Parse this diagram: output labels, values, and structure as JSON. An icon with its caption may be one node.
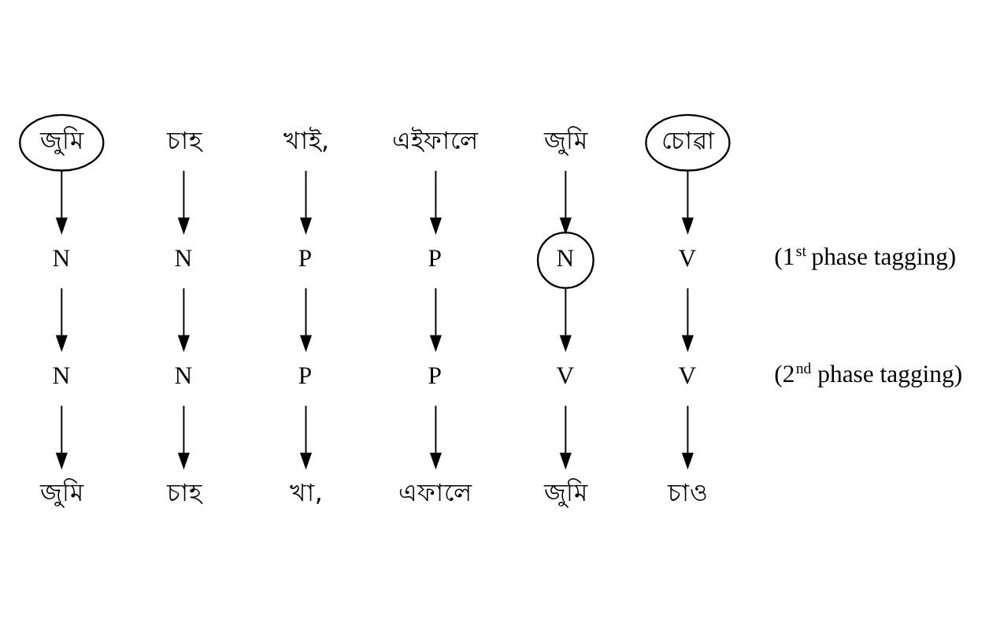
{
  "diagram": {
    "nodes": [
      {
        "text": [
          "জুমি"
        ]
      },
      {
        "text": [
          "চাহ"
        ]
      },
      {
        "text": [
          "খাই,"
        ]
      },
      {
        "text": [
          "এইফালে"
        ]
      },
      {
        "text": [
          "জুমি"
        ]
      },
      {
        "text": [
          "চোৱা"
        ]
      },
      {
        "text": [
          "N"
        ]
      },
      {
        "text": [
          "N"
        ]
      },
      {
        "text": [
          "P"
        ]
      },
      {
        "text": [
          "P"
        ]
      },
      {
        "text": [
          "N"
        ]
      },
      {
        "text": [
          "V"
        ]
      },
      {
        "text": [
          "N"
        ]
      },
      {
        "text": [
          "N"
        ]
      },
      {
        "text": [
          "P"
        ]
      },
      {
        "text": [
          "P"
        ]
      },
      {
        "text": [
          "V"
        ]
      },
      {
        "text": [
          "V"
        ]
      },
      {
        "text": [
          "জুমি"
        ]
      },
      {
        "text": [
          "চাহ"
        ]
      },
      {
        "text": [
          "খা,"
        ]
      },
      {
        "text": [
          "এফালে"
        ]
      },
      {
        "text": [
          "জুমি"
        ]
      },
      {
        "text": [
          "চাও"
        ]
      }
    ],
    "edges": [
      {
        "from": 0,
        "to": 6,
        "arrow": "to"
      },
      {
        "from": 1,
        "to": 7,
        "arrow": "to"
      },
      {
        "from": 2,
        "to": 8,
        "arrow": "to"
      },
      {
        "from": 3,
        "to": 9,
        "arrow": "to"
      },
      {
        "from": 4,
        "to": 10,
        "arrow": "to"
      },
      {
        "from": 5,
        "to": 11,
        "arrow": "to"
      },
      {
        "from": 6,
        "to": 12,
        "arrow": "to"
      },
      {
        "from": 7,
        "to": 13,
        "arrow": "to"
      },
      {
        "from": 8,
        "to": 14,
        "arrow": "to"
      },
      {
        "from": 9,
        "to": 15,
        "arrow": "to"
      },
      {
        "from": 10,
        "to": 16,
        "arrow": "to"
      },
      {
        "from": 11,
        "to": 17,
        "arrow": "to"
      },
      {
        "from": 12,
        "to": 18,
        "arrow": "to"
      },
      {
        "from": 13,
        "to": 19,
        "arrow": "to"
      },
      {
        "from": 14,
        "to": 20,
        "arrow": "to"
      },
      {
        "from": 15,
        "to": 21,
        "arrow": "to"
      },
      {
        "from": 16,
        "to": 22,
        "arrow": "to"
      },
      {
        "from": 17,
        "to": 23,
        "arrow": "to"
      }
    ],
    "labels": [
      "(1$^{st}$ phase tagging)",
      "(2$^{nd}$ phase tagging)"
    ]
  }
}
